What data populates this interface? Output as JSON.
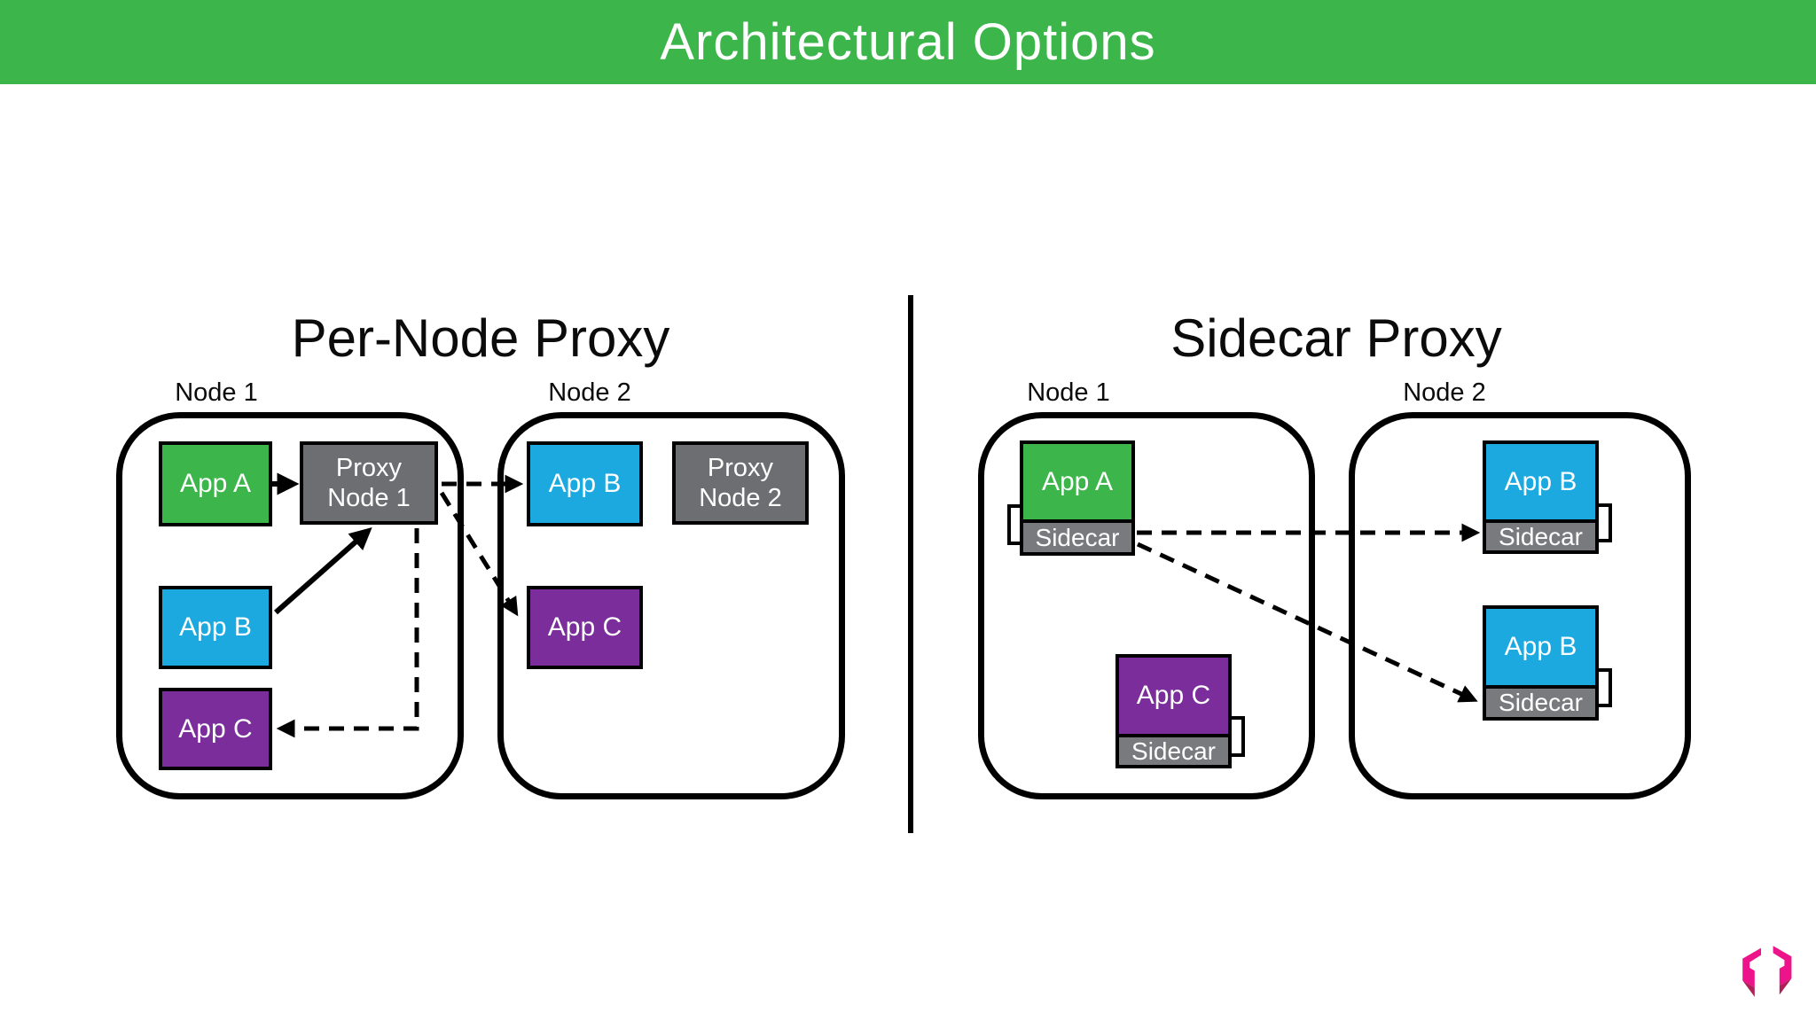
{
  "header": {
    "title": "Architectural Options"
  },
  "per_node": {
    "title": "Per-Node Proxy",
    "node1": {
      "label": "Node 1",
      "app_a": "App A",
      "app_b": "App B",
      "app_c": "App C",
      "proxy": {
        "line1": "Proxy",
        "line2": "Node 1"
      }
    },
    "node2": {
      "label": "Node 2",
      "app_b": "App B",
      "app_c": "App C",
      "proxy": {
        "line1": "Proxy",
        "line2": "Node 2"
      }
    }
  },
  "sidecar_diagram": {
    "title": "Sidecar Proxy",
    "node1": {
      "label": "Node 1",
      "app_a": "App A",
      "app_a_sidecar": "Sidecar",
      "app_c": "App C",
      "app_c_sidecar": "Sidecar"
    },
    "node2": {
      "label": "Node 2",
      "app_b_top": "App B",
      "app_b_top_sidecar": "Sidecar",
      "app_b_bottom": "App B",
      "app_b_bottom_sidecar": "Sidecar"
    }
  },
  "colors": {
    "header_green": "#3cb54a",
    "app_green": "#3cb54a",
    "app_blue": "#1ca9df",
    "app_purple": "#7a2d9b",
    "proxy_gray": "#6d6e71",
    "sidecar_gray": "#797a7d",
    "line_black": "#000000",
    "logo_pink": "#ec138b",
    "logo_dark_pink": "#ad2158"
  }
}
